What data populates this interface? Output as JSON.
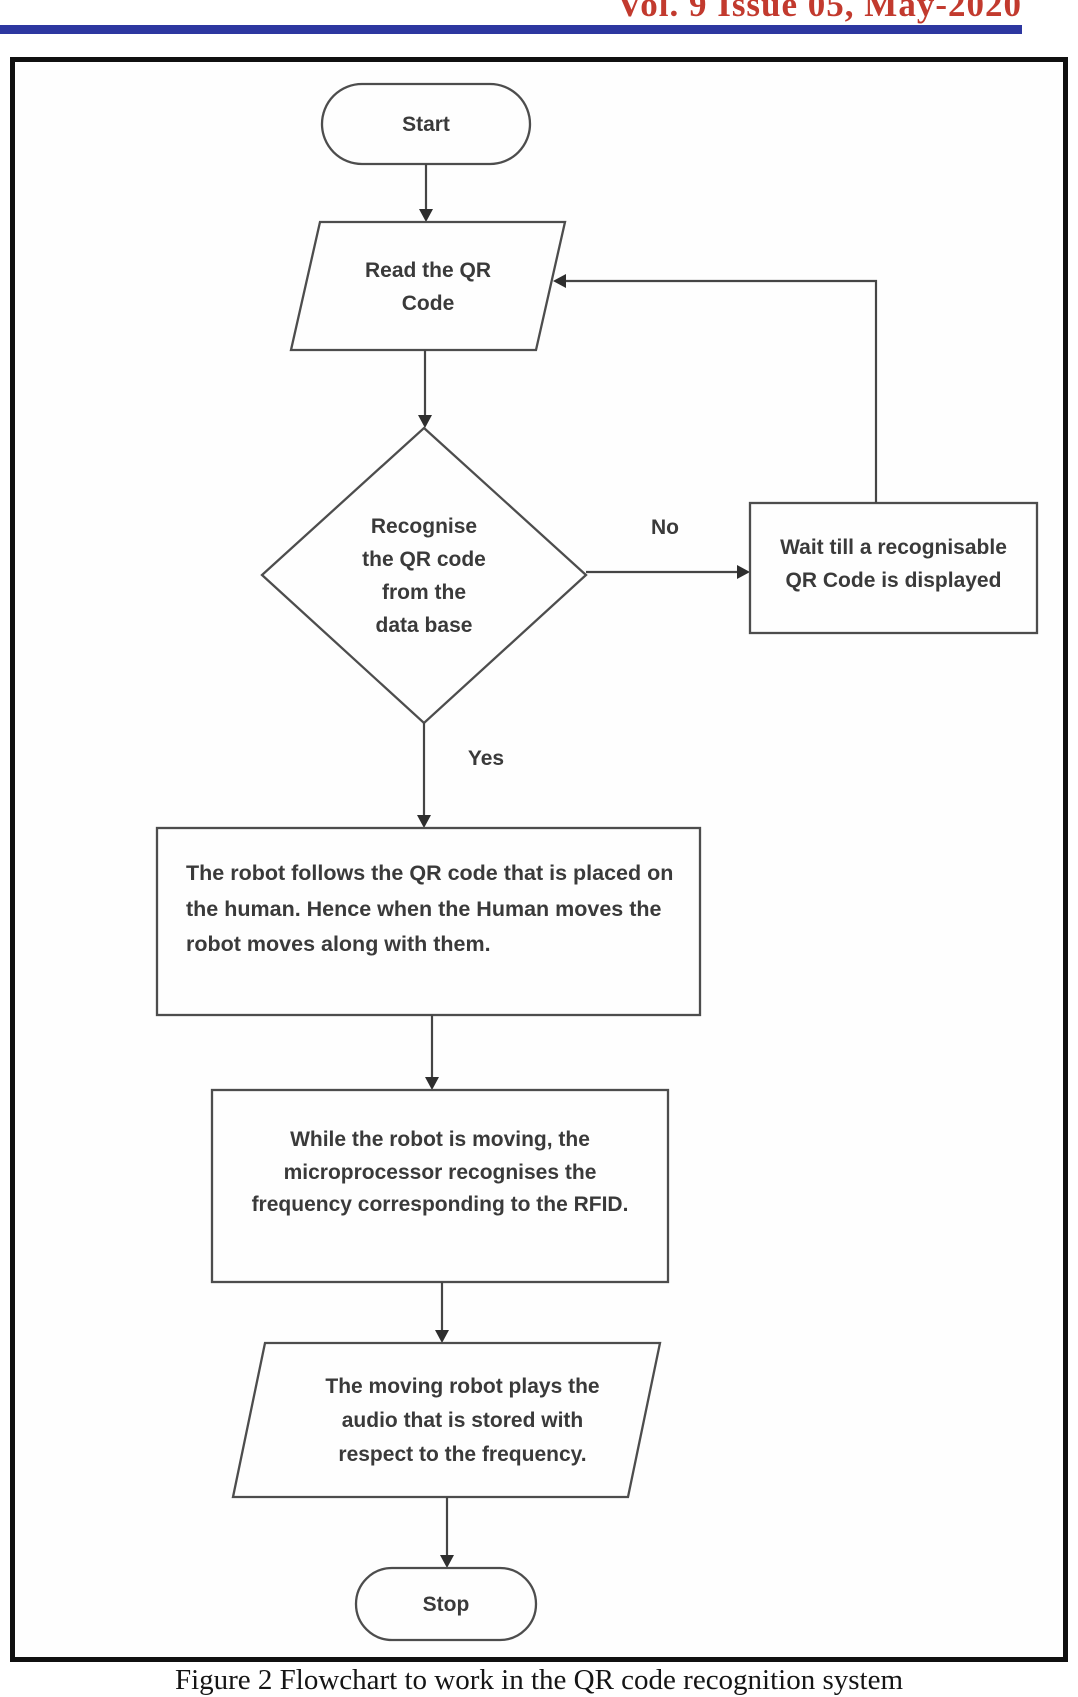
{
  "page": {
    "journal_ref": "Vol. 9 Issue 05, May-2020",
    "caption": "Figure 2 Flowchart to work in the QR code recognition system"
  },
  "colors": {
    "accent_bar": "#2d37a0",
    "journal_ref_text": "#c23a2e",
    "frame_border": "#101010",
    "diagram_stroke": "#4d4d4d",
    "diagram_text": "#3a3a3a"
  },
  "flowchart": {
    "start": "Start",
    "read_qr": "Read the QR\nCode",
    "decision": "Recognise\nthe QR code\nfrom the\ndata base",
    "no_label": "No",
    "yes_label": "Yes",
    "wait": "Wait till a recognisable\nQR Code is displayed",
    "follow": "The robot follows the QR code that is placed on\nthe human. Hence when the Human moves the\nrobot moves along with them.",
    "while_moving": "While the robot is moving, the\nmicroprocessor recognises the\nfrequency corresponding to the RFID.",
    "play_audio": "The moving robot plays the\naudio that is stored with\nrespect to the frequency.",
    "stop": "Stop"
  }
}
